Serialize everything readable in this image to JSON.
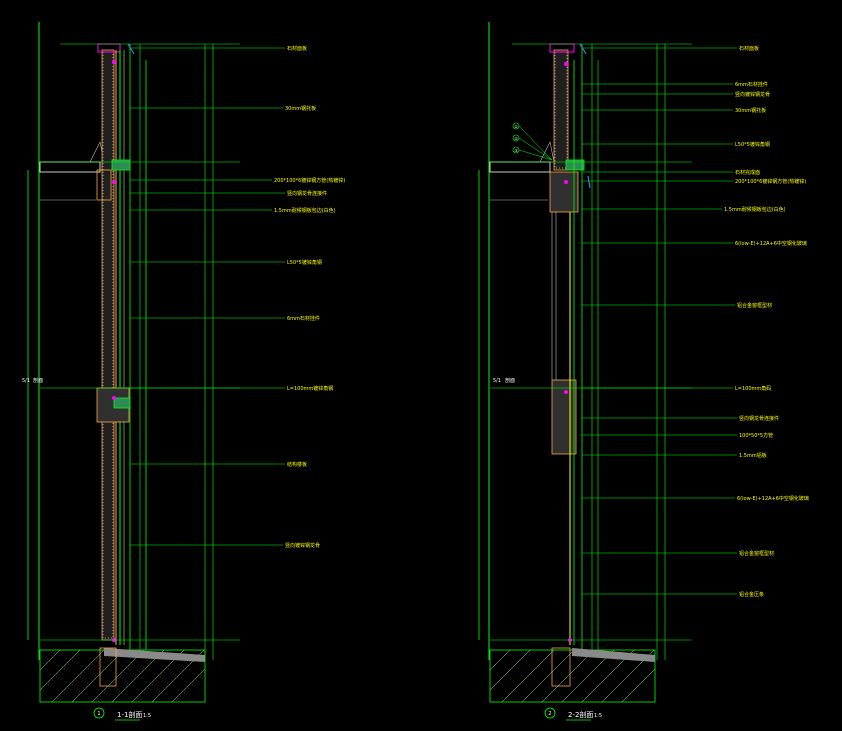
{
  "colors": {
    "background": "#000000",
    "primary_line": "#00ff00",
    "secondary_line": "#7fff7f",
    "annotation_text": "#ffff00",
    "dim_text": "#ffffff",
    "accent_magenta": "#ff00ff",
    "accent_red": "#ff3b3b",
    "accent_orange": "#ffa640",
    "accent_blue": "#3a7bff",
    "concrete": "#bdbdbd"
  },
  "sections": [
    {
      "name": "section-left",
      "title": "1-1剖面",
      "scale": "1:5",
      "marker": "1",
      "side_label": "5/1",
      "side_text": "剖面",
      "labels": [
        "石材面板",
        "30mm钢托板",
        "200*100*6镀锌钢方管(热镀锌)",
        "竖向钢龙骨连接件",
        "1.5mm耐候钢板包边(白色)",
        "L50*5镀锌角钢",
        "6mm石材挂件",
        "L=100mm镀锌角钢",
        "结构楼板",
        "竖向镀锌钢龙骨"
      ]
    },
    {
      "name": "section-right",
      "title": "2-2剖面",
      "scale": "1:5",
      "marker": "2",
      "side_label": "5/1",
      "side_text": "剖面",
      "labels": [
        "石材面板",
        "6mm石材挂件",
        "竖向镀锌钢龙骨",
        "30mm钢托板",
        "L50*5镀锌角钢",
        "石材完成面",
        "200*100*6镀锌钢方管(热镀锌)",
        "1.5mm耐候钢板包边(白色)",
        "6(low-E)+12A+6中空钢化玻璃",
        "铝合金窗框型材",
        "L=100mm角码",
        "竖向钢龙骨连接件",
        "100*50*5方管",
        "1.5mm铝板",
        "6(low-E)+12A+6中空钢化玻璃",
        "铝合金窗框型材",
        "铝合金压条"
      ],
      "callouts": [
        "①",
        "②",
        "③"
      ]
    }
  ]
}
